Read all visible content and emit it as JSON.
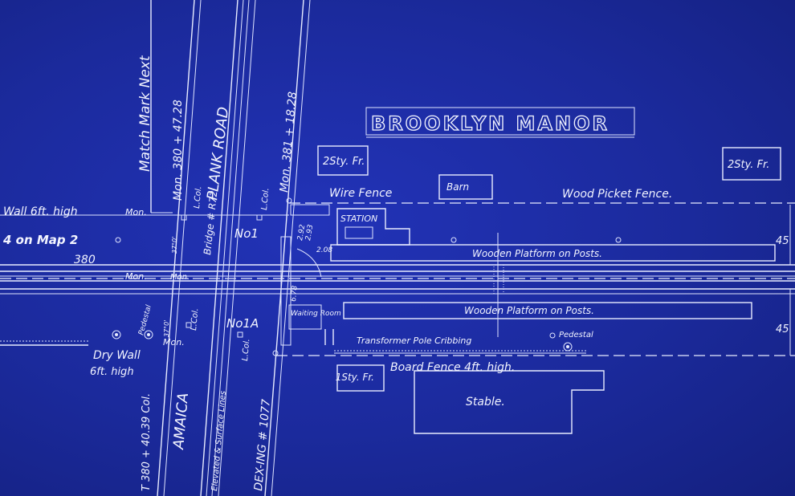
{
  "title": "BROOKLYN MANOR",
  "buildings": {
    "two_story_left": "2Sty. Fr.",
    "two_story_right": "2Sty. Fr.",
    "barn": "Barn",
    "station": "STATION",
    "waiting_room": "Waiting Room",
    "one_story": "1Sty. Fr.",
    "stable": "Stable."
  },
  "fences": {
    "wire": "Wire Fence",
    "wood_picket": "Wood Picket Fence.",
    "board": "Board Fence 4ft. high.",
    "stone_wall": "Wall 6ft. high",
    "dry_wall": "Dry Wall",
    "dry_wall_height": "6ft. high"
  },
  "platforms": {
    "north": "Wooden Platform on Posts.",
    "south": "Wooden Platform on Posts."
  },
  "roads": {
    "plank_road": "PLANK ROAD",
    "bridge": "Bridge # R72",
    "crossing": "DEX-ING # 1077",
    "jamaica": "AMAICA",
    "surface_lines": "Elevated & Surface Lines"
  },
  "markers": {
    "match_mark": "Match Mark Next",
    "mon_left_station": "Mon. 380 + 47.28",
    "mon_right_station": "Mon. 381 + 18.28",
    "mon_left": "Mon.",
    "mon_mid": "Mon.",
    "mon_track": "Mon.",
    "mon_bottom": "Mon.",
    "l_col_1": "L.Col.",
    "l_col_2": "L.Col.",
    "l_col_3": "L.Col.",
    "l_col_4": "L.Col.",
    "no1": "No1",
    "no1a": "No1A",
    "map_ref": "4 on Map 2",
    "chainage": "380",
    "pedestal_left": "Pedestal",
    "pedestal_right": "Pedestal",
    "transformer": "Transformer Pole Cribbing",
    "bottom_station": "T 380 + 40.39 Col.",
    "dim_top": "45",
    "dim_bottom": "45",
    "angle_1": "37°0'",
    "angle_2": "37°0'",
    "dim_a": "2.92",
    "dim_b": "2.93",
    "dim_c": "2.08",
    "dim_d": "6.78"
  },
  "colors": {
    "paper": "#1b2a9c",
    "ink": "#e8ecff"
  }
}
